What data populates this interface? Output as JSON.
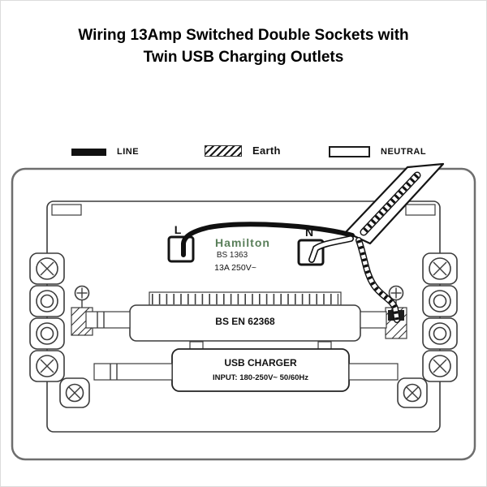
{
  "title": {
    "line1": "Wiring 13Amp Switched Double Sockets with",
    "line2": "Twin USB Charging Outlets"
  },
  "legend": {
    "items": [
      {
        "label": "LINE",
        "style": "solid-black"
      },
      {
        "label": "Earth",
        "style": "hatched"
      },
      {
        "label": "NEUTRAL",
        "style": "white-outline"
      }
    ]
  },
  "diagram": {
    "terminal_l": "L",
    "terminal_n": "N",
    "brand": "Hamilton",
    "standard": "BS 1363",
    "rating": "13A 250V~",
    "module_standard": "BS EN 62368",
    "usb_label": "USB CHARGER",
    "usb_input": "INPUT: 180-250V~ 50/60Hz"
  },
  "colors": {
    "line": "#111111",
    "neutral": "#ffffff",
    "earth_stripe": "#111111",
    "outline": "#3c3c3c",
    "brand": "#5a7f5a"
  }
}
